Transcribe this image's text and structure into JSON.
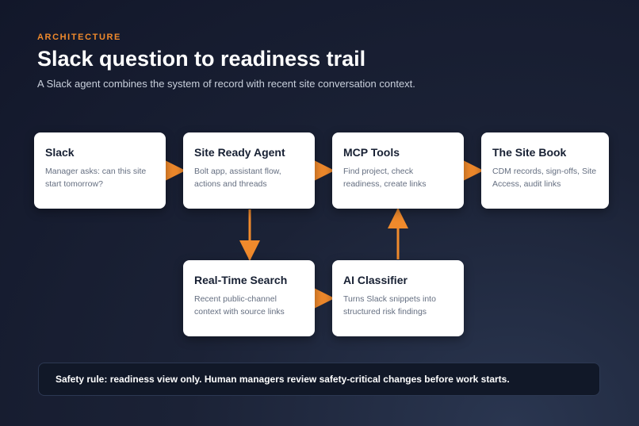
{
  "header": {
    "eyebrow": "ARCHITECTURE",
    "title": "Slack question to readiness trail",
    "subtitle": "A Slack agent combines the system of record with recent site conversation context."
  },
  "nodes": [
    {
      "id": "slack",
      "title": "Slack",
      "description": "Manager asks: can this site start tomorrow?"
    },
    {
      "id": "site-ready-agent",
      "title": "Site Ready Agent",
      "description": "Bolt app, assistant flow, actions and threads"
    },
    {
      "id": "mcp-tools",
      "title": "MCP Tools",
      "description": "Find project, check readiness, create links"
    },
    {
      "id": "the-site-book",
      "title": "The Site Book",
      "description": "CDM records, sign-offs, Site Access, audit links"
    },
    {
      "id": "real-time-search",
      "title": "Real-Time Search",
      "description": "Recent public-channel context with source links"
    },
    {
      "id": "ai-classifier",
      "title": "AI Classifier",
      "description": "Turns Slack snippets into structured risk findings"
    }
  ],
  "edges": [
    {
      "from": "slack",
      "to": "site-ready-agent"
    },
    {
      "from": "site-ready-agent",
      "to": "mcp-tools"
    },
    {
      "from": "mcp-tools",
      "to": "the-site-book"
    },
    {
      "from": "site-ready-agent",
      "to": "real-time-search"
    },
    {
      "from": "real-time-search",
      "to": "ai-classifier"
    },
    {
      "from": "ai-classifier",
      "to": "mcp-tools"
    }
  ],
  "footer": {
    "note": "Safety rule: readiness view only. Human managers review safety-critical changes before work starts."
  },
  "colors": {
    "accent": "#f08a2c",
    "background": "#1b2236",
    "card": "#ffffff",
    "card_title": "#172033",
    "card_text": "#646e80"
  }
}
